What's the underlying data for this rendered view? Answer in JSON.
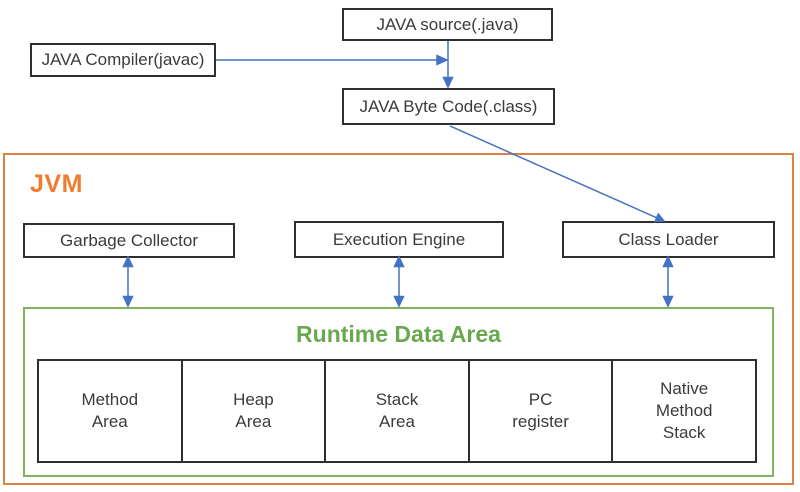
{
  "diagram": {
    "source_label": "JAVA source(.java)",
    "compiler_label": "JAVA Compiler(javac)",
    "bytecode_label": "JAVA Byte Code(.class)",
    "jvm": {
      "title": "JVM",
      "components": [
        {
          "label": "Garbage Collector"
        },
        {
          "label": "Execution Engine"
        },
        {
          "label": "Class Loader"
        }
      ],
      "runtime_data_area": {
        "title": "Runtime Data Area",
        "areas": [
          {
            "label": "Method\nArea"
          },
          {
            "label": "Heap\nArea"
          },
          {
            "label": "Stack\nArea"
          },
          {
            "label": "PC\nregister"
          },
          {
            "label": "Native\nMethod\nStack"
          }
        ]
      }
    },
    "colors": {
      "arrow_blue": "#4472C4",
      "jvm_orange": "#ED7D31",
      "runtime_green": "#6AA84F",
      "box_border": "#2F2F2F"
    }
  }
}
